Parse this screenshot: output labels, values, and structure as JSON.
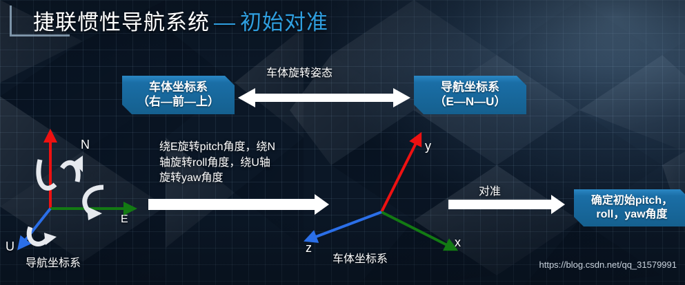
{
  "slide": {
    "title_main": "捷联惯性导航系统",
    "title_dash": "—",
    "title_sub": "初始对准",
    "watermark": "https://blog.csdn.net/qq_31579991",
    "colors": {
      "accent_blue": "#2f9fe0",
      "chip_blue": "#1a6ea6",
      "background_dark": "#0b1726",
      "axis_red": "#ee1111",
      "axis_green": "#137a13",
      "axis_blue": "#2b6fe8",
      "arrow_white": "#ffffff"
    }
  },
  "chips": {
    "body_frame": {
      "line1": "车体坐标系",
      "line2": "（右—前—上）"
    },
    "nav_frame": {
      "line1": "导航坐标系",
      "line2": "（E—N—U）"
    },
    "result": {
      "line1": "确定初始pitch，",
      "line2": "roll，yaw角度"
    }
  },
  "labels": {
    "rotation_attitude": "车体旋转姿态",
    "alignment": "对准",
    "rotation_description": "绕E旋转pitch角度，绕N\n轴旋转roll角度，绕U轴\n旋转yaw角度",
    "nav_frame_caption": "导航坐标系",
    "body_frame_caption": "车体坐标系"
  },
  "nav_axes": {
    "north": "N",
    "east": "E",
    "up": "U"
  },
  "body_axes": {
    "y": "y",
    "x": "x",
    "z": "z"
  }
}
